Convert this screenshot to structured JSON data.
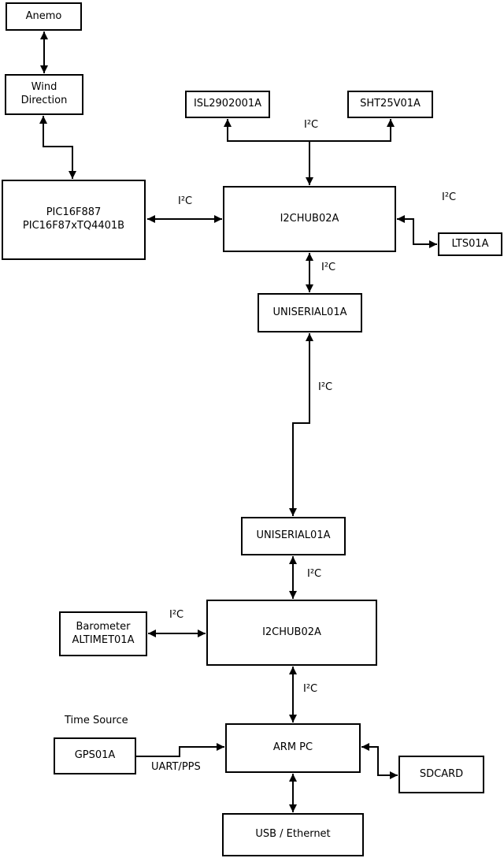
{
  "diagram": {
    "type": "block-diagram",
    "boxes": {
      "anemo": "Anemo",
      "wind_direction": "Wind\nDirection",
      "pic": "PIC16F887\nPIC16F87xTQ4401B",
      "isl": "ISL2902001A",
      "sht": "SHT25V01A",
      "hub_top": "I2CHUB02A",
      "lts": "LTS01A",
      "uniserial_top": "UNISERIAL01A",
      "uniserial_bottom": "UNISERIAL01A",
      "hub_bottom": "I2CHUB02A",
      "barometer": "Barometer\nALTIMET01A",
      "gps": "GPS01A",
      "arm_pc": "ARM PC",
      "sdcard": "SDCARD",
      "usb_ethernet": "USB / Ethernet"
    },
    "labels": {
      "i2c": "I²C",
      "uart_pps": "UART/PPS",
      "time_source": "Time Source"
    },
    "connections": [
      {
        "from": "Anemo",
        "to": "Wind Direction",
        "bidirectional": true,
        "label": ""
      },
      {
        "from": "Wind Direction",
        "to": "PIC16F887 PIC16F87xTQ4401B",
        "bidirectional": true,
        "label": ""
      },
      {
        "from": "PIC16F887 PIC16F87xTQ4401B",
        "to": "I2CHUB02A (top)",
        "bidirectional": true,
        "label": "I²C"
      },
      {
        "from": "I2CHUB02A (top)",
        "to": "ISL2902001A",
        "bidirectional": false,
        "label": "I²C"
      },
      {
        "from": "I2CHUB02A (top)",
        "to": "SHT25V01A",
        "bidirectional": false,
        "label": "I²C"
      },
      {
        "from": "I2CHUB02A (top)",
        "to": "LTS01A",
        "bidirectional": true,
        "label": "I²C"
      },
      {
        "from": "I2CHUB02A (top)",
        "to": "UNISERIAL01A (top)",
        "bidirectional": true,
        "label": "I²C"
      },
      {
        "from": "UNISERIAL01A (top)",
        "to": "UNISERIAL01A (bottom)",
        "bidirectional": true,
        "label": "I²C"
      },
      {
        "from": "UNISERIAL01A (bottom)",
        "to": "I2CHUB02A (bottom)",
        "bidirectional": true,
        "label": "I²C"
      },
      {
        "from": "Barometer ALTIMET01A",
        "to": "I2CHUB02A (bottom)",
        "bidirectional": true,
        "label": "I²C"
      },
      {
        "from": "I2CHUB02A (bottom)",
        "to": "ARM PC",
        "bidirectional": true,
        "label": "I²C"
      },
      {
        "from": "GPS01A",
        "to": "ARM PC",
        "bidirectional": false,
        "label": "UART/PPS"
      },
      {
        "from": "ARM PC",
        "to": "SDCARD",
        "bidirectional": true,
        "label": ""
      },
      {
        "from": "ARM PC",
        "to": "USB / Ethernet",
        "bidirectional": true,
        "label": ""
      }
    ],
    "colors": {
      "line": "#000000",
      "text": "#000000",
      "box_fill": "#ffffff",
      "background": "#ffffff"
    }
  }
}
